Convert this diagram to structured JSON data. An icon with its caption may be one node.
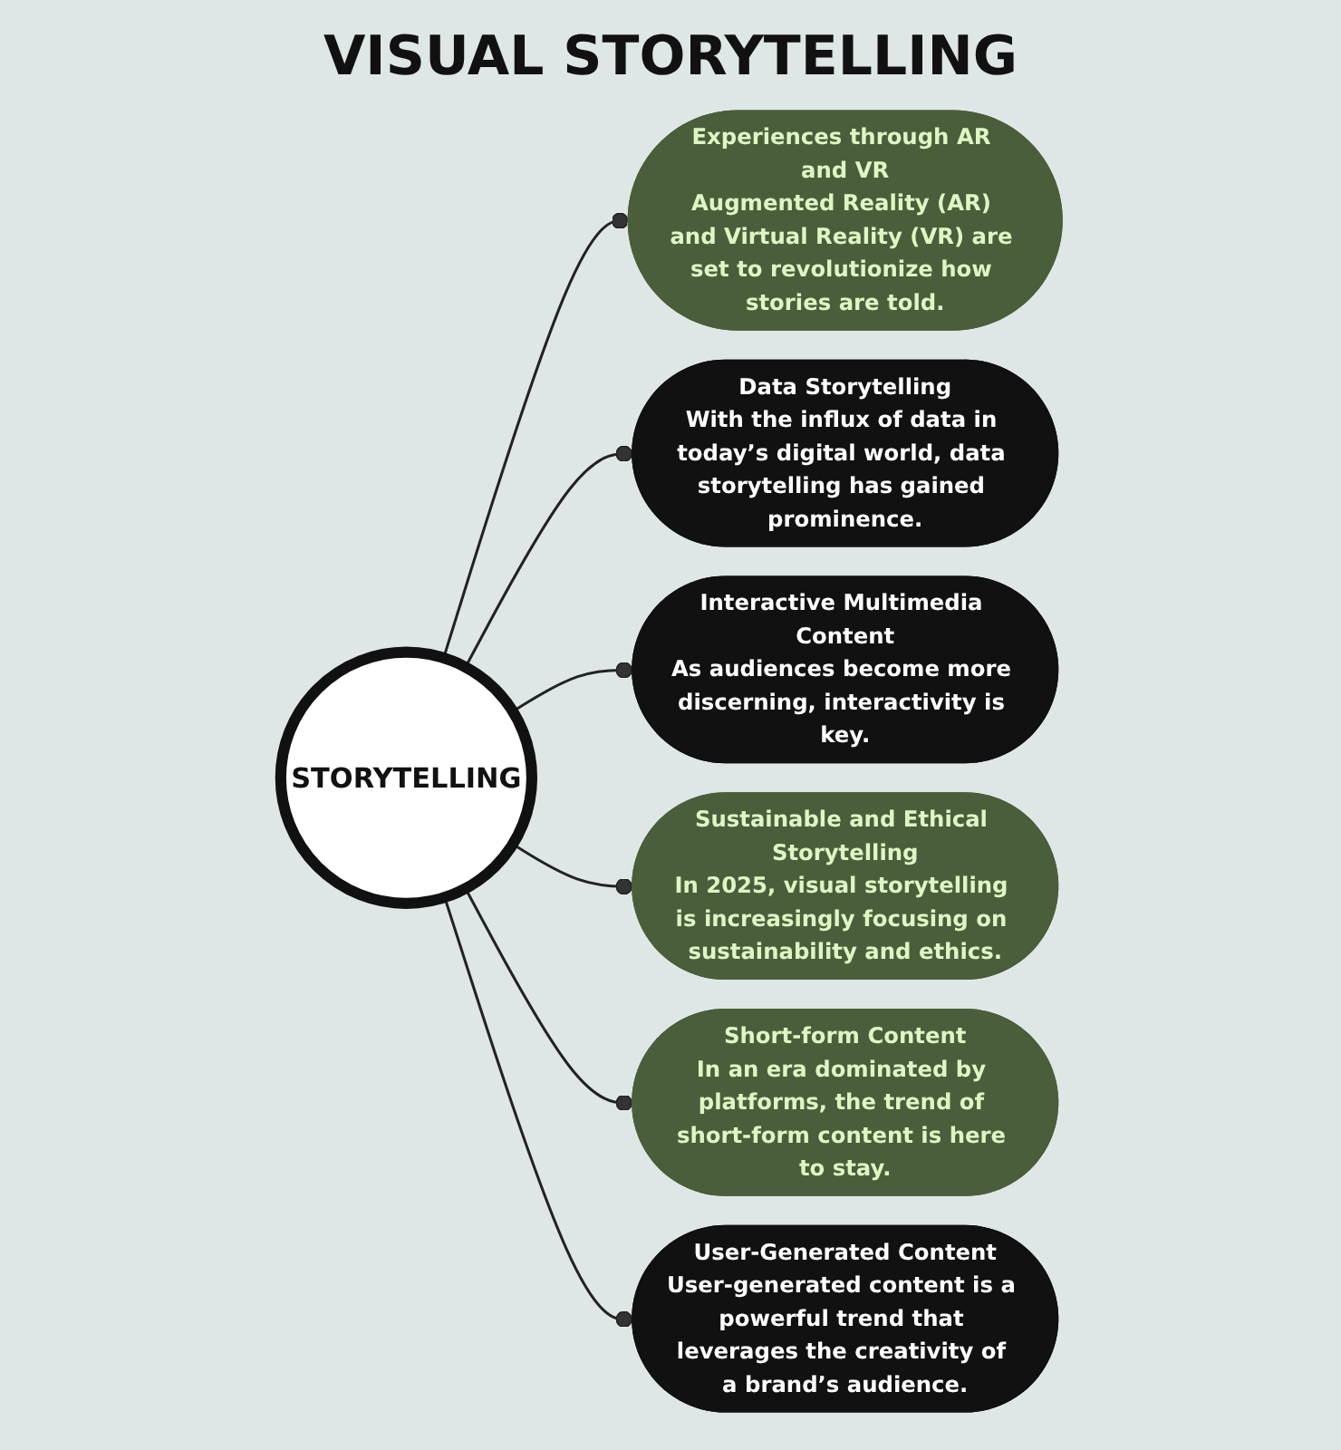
{
  "diagram": {
    "title": "VISUAL STORYTELLING",
    "nodes": [
      {
        "text": [
          "STORYTELLING"
        ]
      },
      {
        "text": [
          "Experiences through AR and VR",
          "Augmented Reality (AR) and Virtual Reality (VR) are set to revolutionize how stories are told."
        ]
      },
      {
        "text": [
          "Data Storytelling",
          "With the influx of data in today’s digital world, data storytelling has gained prominence."
        ]
      },
      {
        "text": [
          "Interactive Multimedia Content",
          "As audiences become more discerning, interactivity is key."
        ]
      },
      {
        "text": [
          "Sustainable and Ethical Storytelling",
          "In 2025, visual storytelling is increasingly focusing on sustainability and ethics."
        ]
      },
      {
        "text": [
          "Short-form Content",
          "In an era dominated by platforms, the trend of short-form content is here to stay."
        ]
      },
      {
        "text": [
          "User-Generated Content",
          "User-generated content is a powerful trend that leverages the creativity of a brand’s audience."
        ]
      }
    ],
    "edges": [
      {
        "from": 0,
        "to": 1,
        "arrow": "other"
      },
      {
        "from": 0,
        "to": 2,
        "arrow": "other"
      },
      {
        "from": 0,
        "to": 3,
        "arrow": "other"
      },
      {
        "from": 0,
        "to": 4,
        "arrow": "other"
      },
      {
        "from": 0,
        "to": 5,
        "arrow": "other"
      },
      {
        "from": 0,
        "to": 6,
        "arrow": "other"
      }
    ]
  }
}
